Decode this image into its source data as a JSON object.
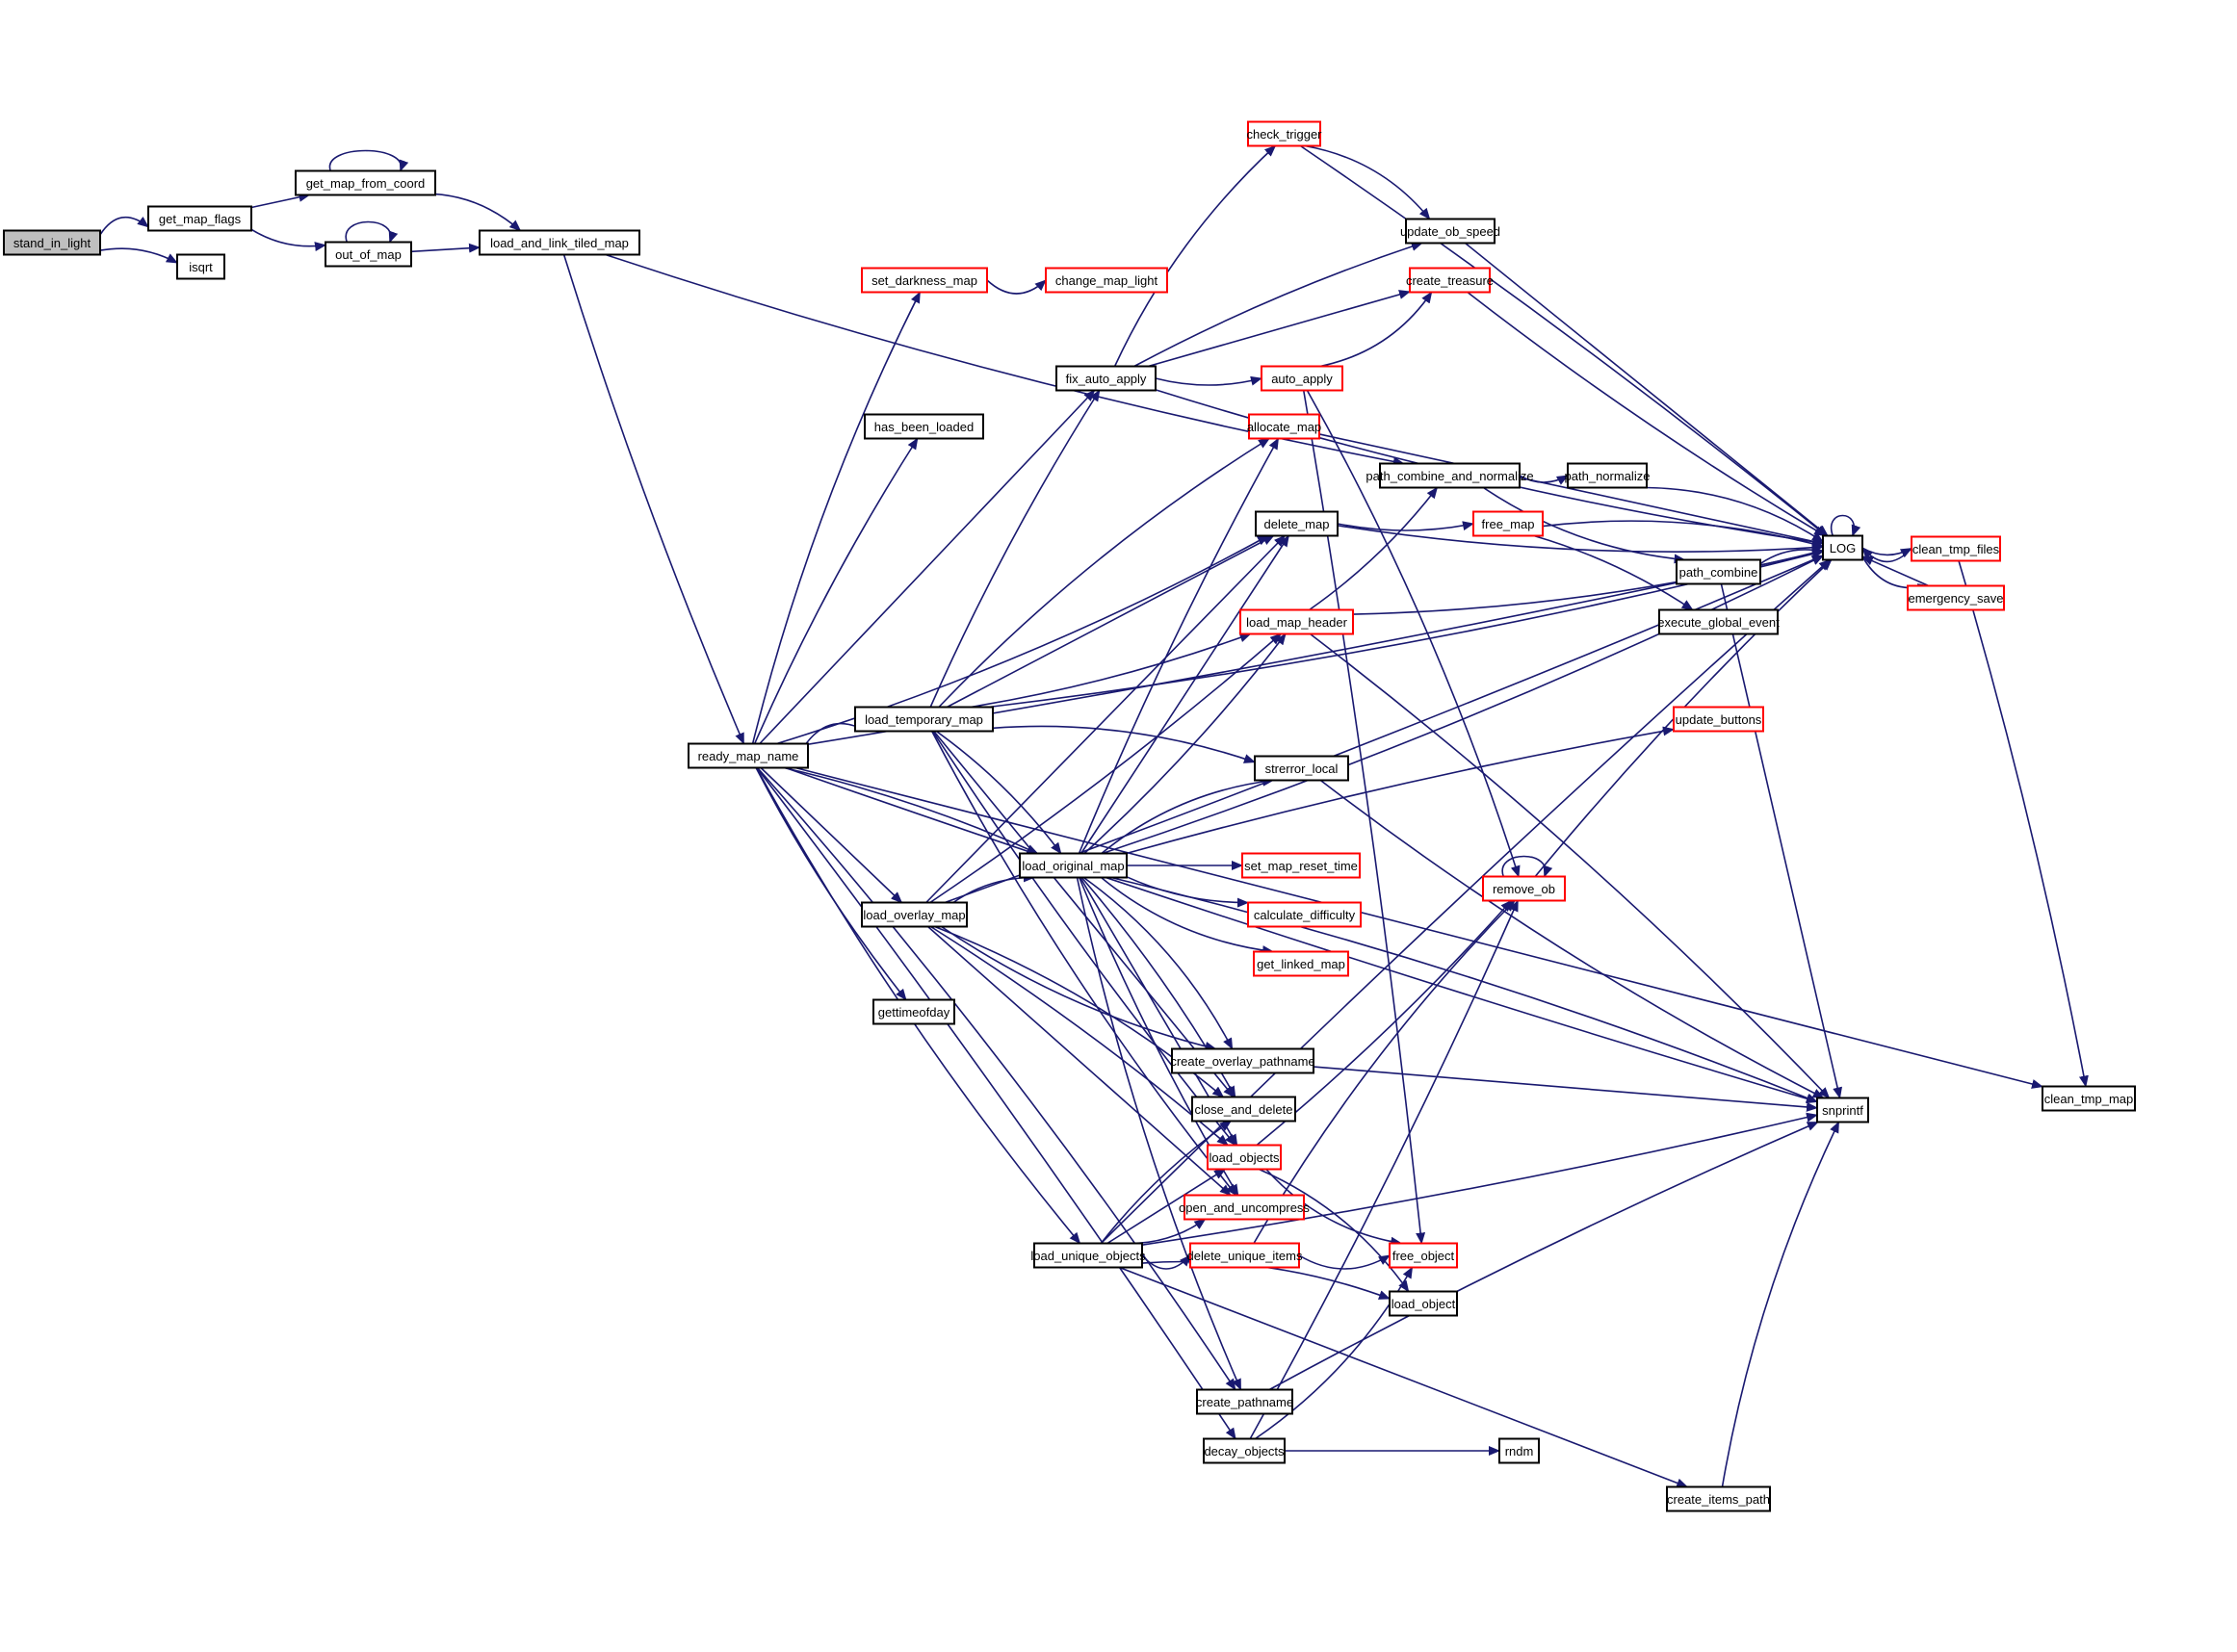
{
  "diagram": {
    "type": "call-graph",
    "root": "stand_in_light",
    "colors": {
      "edge": "#191970",
      "node_border_default": "#000000",
      "node_border_truncated": "#ff0000",
      "root_fill": "#bfbfbf",
      "node_fill": "#ffffff"
    },
    "nodes": [
      {
        "id": "stand_in_light",
        "label": "stand_in_light",
        "root": true
      },
      {
        "id": "get_map_flags",
        "label": "get_map_flags"
      },
      {
        "id": "isqrt",
        "label": "isqrt"
      },
      {
        "id": "get_map_from_coord",
        "label": "get_map_from_coord"
      },
      {
        "id": "out_of_map",
        "label": "out_of_map"
      },
      {
        "id": "load_and_link_tiled_map",
        "label": "load_and_link_tiled_map"
      },
      {
        "id": "set_darkness_map",
        "label": "set_darkness_map",
        "truncated": true
      },
      {
        "id": "change_map_light",
        "label": "change_map_light",
        "truncated": true
      },
      {
        "id": "check_trigger",
        "label": "check_trigger",
        "truncated": true
      },
      {
        "id": "update_ob_speed",
        "label": "update_ob_speed"
      },
      {
        "id": "create_treasure",
        "label": "create_treasure",
        "truncated": true
      },
      {
        "id": "fix_auto_apply",
        "label": "fix_auto_apply"
      },
      {
        "id": "auto_apply",
        "label": "auto_apply",
        "truncated": true
      },
      {
        "id": "allocate_map",
        "label": "allocate_map",
        "truncated": true
      },
      {
        "id": "has_been_loaded",
        "label": "has_been_loaded"
      },
      {
        "id": "path_combine_and_normalize",
        "label": "path_combine_and_normalize"
      },
      {
        "id": "path_normalize",
        "label": "path_normalize"
      },
      {
        "id": "delete_map",
        "label": "delete_map"
      },
      {
        "id": "free_map",
        "label": "free_map",
        "truncated": true
      },
      {
        "id": "LOG",
        "label": "LOG"
      },
      {
        "id": "clean_tmp_files",
        "label": "clean_tmp_files",
        "truncated": true
      },
      {
        "id": "path_combine",
        "label": "path_combine"
      },
      {
        "id": "emergency_save",
        "label": "emergency_save",
        "truncated": true
      },
      {
        "id": "load_map_header",
        "label": "load_map_header",
        "truncated": true
      },
      {
        "id": "execute_global_event",
        "label": "execute_global_event"
      },
      {
        "id": "load_temporary_map",
        "label": "load_temporary_map"
      },
      {
        "id": "update_buttons",
        "label": "update_buttons",
        "truncated": true
      },
      {
        "id": "ready_map_name",
        "label": "ready_map_name"
      },
      {
        "id": "strerror_local",
        "label": "strerror_local"
      },
      {
        "id": "load_original_map",
        "label": "load_original_map"
      },
      {
        "id": "set_map_reset_time",
        "label": "set_map_reset_time",
        "truncated": true
      },
      {
        "id": "remove_ob",
        "label": "remove_ob",
        "truncated": true
      },
      {
        "id": "load_overlay_map",
        "label": "load_overlay_map"
      },
      {
        "id": "calculate_difficulty",
        "label": "calculate_difficulty",
        "truncated": true
      },
      {
        "id": "get_linked_map",
        "label": "get_linked_map",
        "truncated": true
      },
      {
        "id": "gettimeofday",
        "label": "gettimeofday"
      },
      {
        "id": "create_overlay_pathname",
        "label": "create_overlay_pathname"
      },
      {
        "id": "close_and_delete",
        "label": "close_and_delete"
      },
      {
        "id": "snprintf",
        "label": "snprintf"
      },
      {
        "id": "clean_tmp_map",
        "label": "clean_tmp_map"
      },
      {
        "id": "load_objects",
        "label": "load_objects",
        "truncated": true
      },
      {
        "id": "open_and_uncompress",
        "label": "open_and_uncompress",
        "truncated": true
      },
      {
        "id": "load_unique_objects",
        "label": "load_unique_objects"
      },
      {
        "id": "delete_unique_items",
        "label": "delete_unique_items",
        "truncated": true
      },
      {
        "id": "free_object",
        "label": "free_object",
        "truncated": true
      },
      {
        "id": "load_object",
        "label": "load_object"
      },
      {
        "id": "create_pathname",
        "label": "create_pathname"
      },
      {
        "id": "decay_objects",
        "label": "decay_objects"
      },
      {
        "id": "rndm",
        "label": "rndm"
      },
      {
        "id": "create_items_path",
        "label": "create_items_path"
      }
    ],
    "edges": [
      [
        "stand_in_light",
        "get_map_flags"
      ],
      [
        "stand_in_light",
        "isqrt"
      ],
      [
        "get_map_flags",
        "get_map_from_coord"
      ],
      [
        "get_map_flags",
        "out_of_map"
      ],
      [
        "get_map_from_coord",
        "get_map_from_coord"
      ],
      [
        "get_map_from_coord",
        "load_and_link_tiled_map"
      ],
      [
        "out_of_map",
        "out_of_map"
      ],
      [
        "out_of_map",
        "load_and_link_tiled_map"
      ],
      [
        "load_and_link_tiled_map",
        "ready_map_name"
      ],
      [
        "load_and_link_tiled_map",
        "path_combine_and_normalize"
      ],
      [
        "ready_map_name",
        "set_darkness_map"
      ],
      [
        "ready_map_name",
        "has_been_loaded"
      ],
      [
        "ready_map_name",
        "fix_auto_apply"
      ],
      [
        "ready_map_name",
        "LOG"
      ],
      [
        "ready_map_name",
        "delete_map"
      ],
      [
        "ready_map_name",
        "load_temporary_map"
      ],
      [
        "ready_map_name",
        "load_original_map"
      ],
      [
        "ready_map_name",
        "load_overlay_map"
      ],
      [
        "ready_map_name",
        "gettimeofday"
      ],
      [
        "ready_map_name",
        "load_unique_objects"
      ],
      [
        "ready_map_name",
        "create_pathname"
      ],
      [
        "ready_map_name",
        "decay_objects"
      ],
      [
        "ready_map_name",
        "clean_tmp_map"
      ],
      [
        "ready_map_name",
        "snprintf"
      ],
      [
        "set_darkness_map",
        "change_map_light"
      ],
      [
        "fix_auto_apply",
        "check_trigger"
      ],
      [
        "fix_auto_apply",
        "update_ob_speed"
      ],
      [
        "fix_auto_apply",
        "create_treasure"
      ],
      [
        "fix_auto_apply",
        "auto_apply"
      ],
      [
        "fix_auto_apply",
        "LOG"
      ],
      [
        "check_trigger",
        "update_ob_speed"
      ],
      [
        "check_trigger",
        "LOG"
      ],
      [
        "update_ob_speed",
        "LOG"
      ],
      [
        "create_treasure",
        "LOG"
      ],
      [
        "auto_apply",
        "create_treasure"
      ],
      [
        "auto_apply",
        "remove_ob"
      ],
      [
        "auto_apply",
        "free_object"
      ],
      [
        "allocate_map",
        "LOG"
      ],
      [
        "path_combine_and_normalize",
        "path_normalize"
      ],
      [
        "path_combine_and_normalize",
        "path_combine"
      ],
      [
        "path_normalize",
        "LOG"
      ],
      [
        "path_combine",
        "LOG"
      ],
      [
        "path_combine",
        "snprintf"
      ],
      [
        "delete_map",
        "free_map"
      ],
      [
        "delete_map",
        "LOG"
      ],
      [
        "free_map",
        "LOG"
      ],
      [
        "free_map",
        "execute_global_event"
      ],
      [
        "LOG",
        "LOG"
      ],
      [
        "LOG",
        "clean_tmp_files"
      ],
      [
        "LOG",
        "emergency_save"
      ],
      [
        "clean_tmp_files",
        "LOG"
      ],
      [
        "clean_tmp_files",
        "clean_tmp_map"
      ],
      [
        "emergency_save",
        "LOG"
      ],
      [
        "load_map_header",
        "path_combine_and_normalize"
      ],
      [
        "load_map_header",
        "LOG"
      ],
      [
        "load_map_header",
        "snprintf"
      ],
      [
        "load_temporary_map",
        "fix_auto_apply"
      ],
      [
        "load_temporary_map",
        "delete_map"
      ],
      [
        "load_temporary_map",
        "load_map_header"
      ],
      [
        "load_temporary_map",
        "LOG"
      ],
      [
        "load_temporary_map",
        "strerror_local"
      ],
      [
        "load_temporary_map",
        "load_original_map"
      ],
      [
        "load_temporary_map",
        "close_and_delete"
      ],
      [
        "load_temporary_map",
        "load_objects"
      ],
      [
        "load_temporary_map",
        "open_and_uncompress"
      ],
      [
        "load_temporary_map",
        "allocate_map"
      ],
      [
        "load_original_map",
        "allocate_map"
      ],
      [
        "load_original_map",
        "delete_map"
      ],
      [
        "load_original_map",
        "load_map_header"
      ],
      [
        "load_original_map",
        "LOG"
      ],
      [
        "load_original_map",
        "strerror_local"
      ],
      [
        "load_original_map",
        "update_buttons"
      ],
      [
        "load_original_map",
        "set_map_reset_time"
      ],
      [
        "load_original_map",
        "calculate_difficulty"
      ],
      [
        "load_original_map",
        "get_linked_map"
      ],
      [
        "load_original_map",
        "create_overlay_pathname"
      ],
      [
        "load_original_map",
        "close_and_delete"
      ],
      [
        "load_original_map",
        "load_objects"
      ],
      [
        "load_original_map",
        "open_and_uncompress"
      ],
      [
        "load_original_map",
        "create_pathname"
      ],
      [
        "load_original_map",
        "snprintf"
      ],
      [
        "load_overlay_map",
        "load_original_map"
      ],
      [
        "load_overlay_map",
        "delete_map"
      ],
      [
        "load_overlay_map",
        "load_map_header"
      ],
      [
        "load_overlay_map",
        "create_overlay_pathname"
      ],
      [
        "load_overlay_map",
        "close_and_delete"
      ],
      [
        "load_overlay_map",
        "load_objects"
      ],
      [
        "load_overlay_map",
        "open_and_uncompress"
      ],
      [
        "load_overlay_map",
        "LOG"
      ],
      [
        "strerror_local",
        "snprintf"
      ],
      [
        "remove_ob",
        "remove_ob"
      ],
      [
        "remove_ob",
        "LOG"
      ],
      [
        "create_overlay_pathname",
        "snprintf"
      ],
      [
        "load_objects",
        "remove_ob"
      ],
      [
        "load_objects",
        "free_object"
      ],
      [
        "load_objects",
        "load_object"
      ],
      [
        "load_unique_objects",
        "close_and_delete"
      ],
      [
        "load_unique_objects",
        "load_objects"
      ],
      [
        "load_unique_objects",
        "open_and_uncompress"
      ],
      [
        "load_unique_objects",
        "delete_unique_items"
      ],
      [
        "load_unique_objects",
        "load_object"
      ],
      [
        "load_unique_objects",
        "LOG"
      ],
      [
        "load_unique_objects",
        "create_items_path"
      ],
      [
        "load_unique_objects",
        "snprintf"
      ],
      [
        "delete_unique_items",
        "free_object"
      ],
      [
        "delete_unique_items",
        "remove_ob"
      ],
      [
        "create_pathname",
        "snprintf"
      ],
      [
        "decay_objects",
        "rndm"
      ],
      [
        "decay_objects",
        "remove_ob"
      ],
      [
        "decay_objects",
        "free_object"
      ],
      [
        "create_items_path",
        "snprintf"
      ]
    ]
  }
}
